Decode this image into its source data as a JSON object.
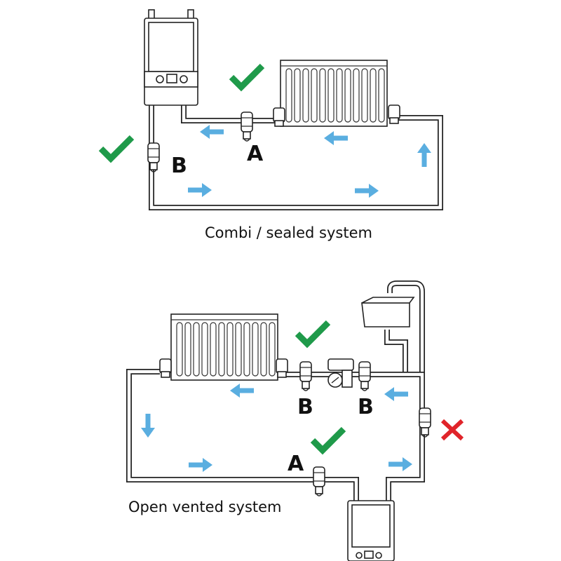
{
  "colors": {
    "flow_arrow": "#5aaee0",
    "check": "#1f9a4a",
    "cross": "#e0242a",
    "line": "#222222"
  },
  "icons": {
    "approved": "check-mark-icon",
    "rejected": "cross-mark-icon",
    "flow": "flow-arrow-icon"
  },
  "combi": {
    "caption": "Combi / sealed system",
    "label_a": "A",
    "label_b": "B"
  },
  "open": {
    "caption": "Open vented system",
    "label_a": "A",
    "label_b_left": "B",
    "label_b_right": "B"
  }
}
